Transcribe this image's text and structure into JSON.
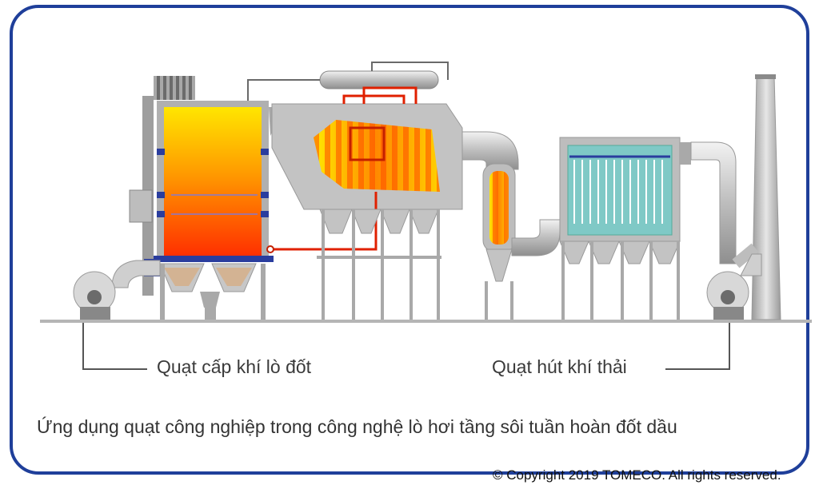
{
  "labels": {
    "left_fan": "Quạt cấp khí lò đốt",
    "right_fan": "Quạt hút khí thải"
  },
  "caption": "Ứng dụng quạt công nghiệp trong công nghệ lò hơi tầng sôi tuần hoàn đốt dầu",
  "copyright": "© Copyright 2019 TOMECO. All rights reserved.",
  "colors": {
    "frame_border": "#1f3f9a",
    "equipment_gray": "#cfcfcf",
    "fire_yellow": "#ffe300",
    "fire_red": "#ff3a00",
    "pipe_red": "#e02000",
    "filter_teal": "#7fc9c6"
  }
}
